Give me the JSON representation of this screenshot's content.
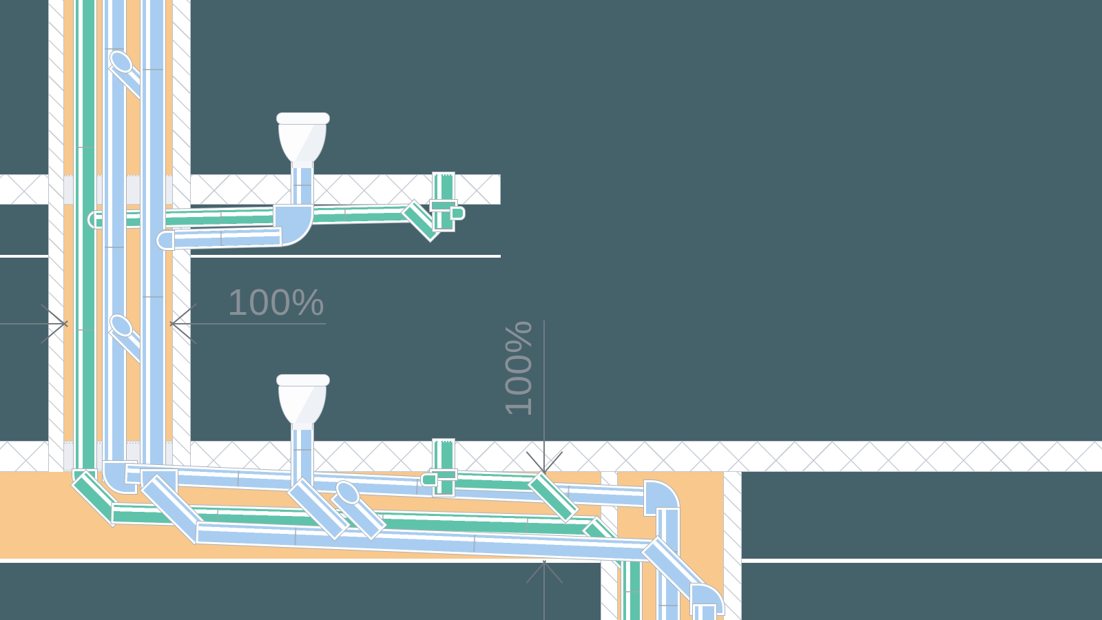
{
  "diagram": {
    "type": "plumbing-section-illustration",
    "description": "Cross-section of a building drainage installation: two floor slabs, a left riser shaft with stacks, funnel drains on two storeys, and sloped collector pipes dropping into a right-hand duct.",
    "annotations": {
      "shaft_slope_label": "100%",
      "drop_slope_label": "100%"
    },
    "elements": [
      "left-riser-shaft",
      "upper-floor-slab",
      "lower-floor-slab",
      "funnel-drain-upper",
      "funnel-drain-lower",
      "teal-waste-stack",
      "blue-rain-stack-a",
      "blue-rain-stack-b",
      "ceiling-collector-run",
      "right-drop-duct"
    ]
  },
  "palette": {
    "background": "#45626b",
    "screed_orange": "#f8c88d",
    "pipe_blue": "#a9cdf0",
    "pipe_teal": "#5fc3ab",
    "hatch_line": "#c7cdd5",
    "shaft_infill": "#ecedf2",
    "dimension_gray": "#8a9097",
    "outline_gray": "#a9b1b9"
  }
}
